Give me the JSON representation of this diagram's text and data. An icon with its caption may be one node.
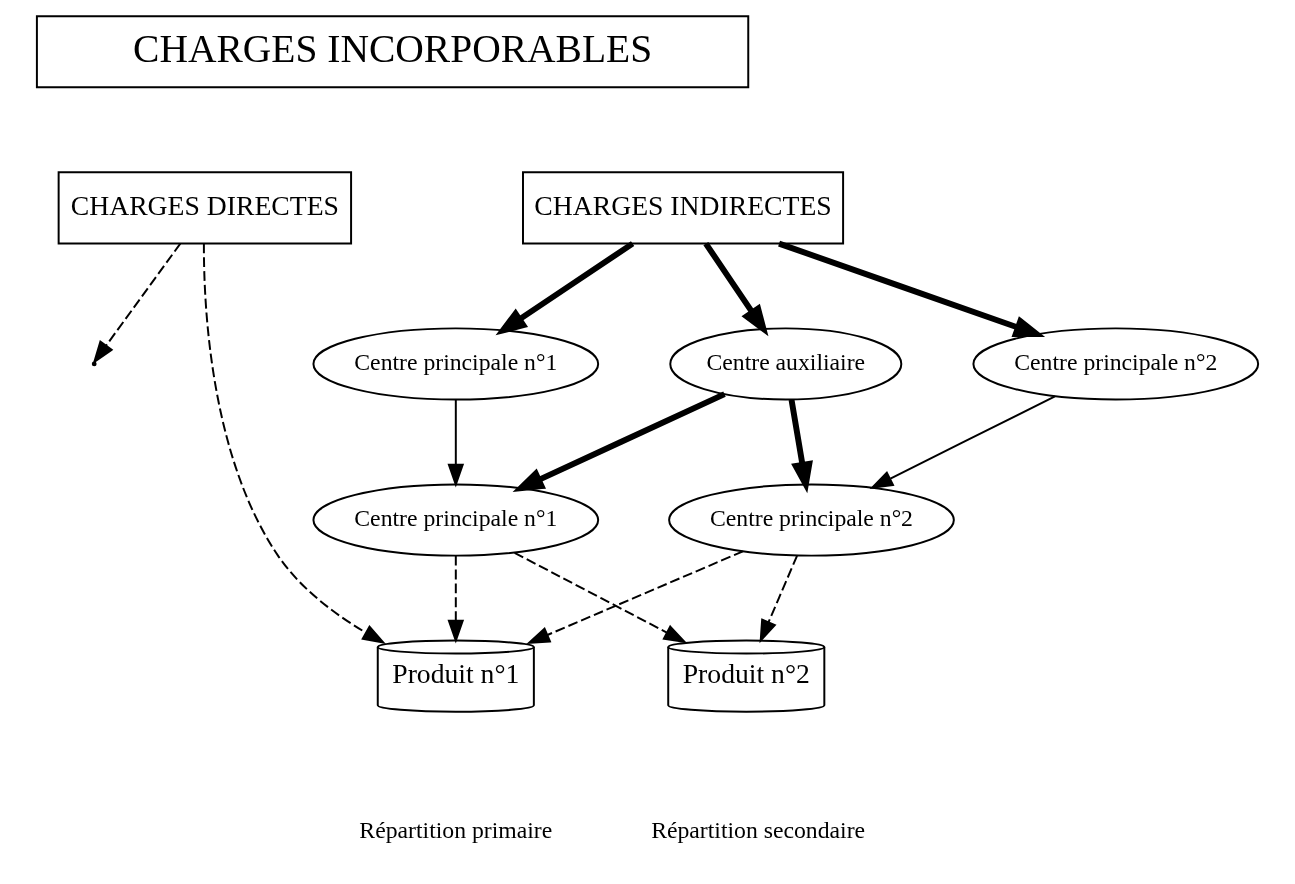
{
  "diagram": {
    "nodes": [
      {
        "text": [
          "CHARGES INCORPORABLES"
        ]
      },
      {
        "text": [
          "CHARGES DIRECTES"
        ]
      },
      {
        "text": [
          "CHARGES INDIRECTES"
        ]
      },
      {
        "text": [
          "Centre principale n°1"
        ]
      },
      {
        "text": [
          "Centre auxiliaire"
        ]
      },
      {
        "text": [
          "Centre principale n°2"
        ]
      },
      {
        "text": [
          "Centre principale n°1"
        ]
      },
      {
        "text": [
          "Centre principale n°2"
        ]
      },
      {
        "text": [
          "Produit n°1"
        ]
      },
      {
        "text": [
          "Produit n°2"
        ]
      }
    ],
    "edges": [
      {
        "from": 2,
        "to": 3,
        "arrow": "to",
        "style": "thick"
      },
      {
        "from": 2,
        "to": 4,
        "arrow": "to",
        "style": "thick"
      },
      {
        "from": 2,
        "to": 5,
        "arrow": "to",
        "style": "thick"
      },
      {
        "from": 3,
        "to": 6,
        "arrow": "to"
      },
      {
        "from": 5,
        "to": 7,
        "arrow": "to"
      },
      {
        "from": 4,
        "to": 6,
        "arrow": "to",
        "style": "thick"
      },
      {
        "from": 4,
        "to": 7,
        "arrow": "to",
        "style": "thick"
      },
      {
        "from": 1,
        "to": 8,
        "arrow": "to",
        "style": "dashed"
      },
      {
        "from": 1,
        "to": null,
        "arrow": "to",
        "style": "dashed"
      },
      {
        "from": 6,
        "to": 8,
        "arrow": "to",
        "style": "dashed"
      },
      {
        "from": 6,
        "to": 9,
        "arrow": "to",
        "style": "dashed"
      },
      {
        "from": 7,
        "to": 8,
        "arrow": "to",
        "style": "dashed"
      },
      {
        "from": 7,
        "to": 9,
        "arrow": "to",
        "style": "dashed"
      }
    ],
    "legend": [
      {
        "text": "Répartition primaire"
      },
      {
        "text": "Répartition secondaire"
      }
    ]
  }
}
